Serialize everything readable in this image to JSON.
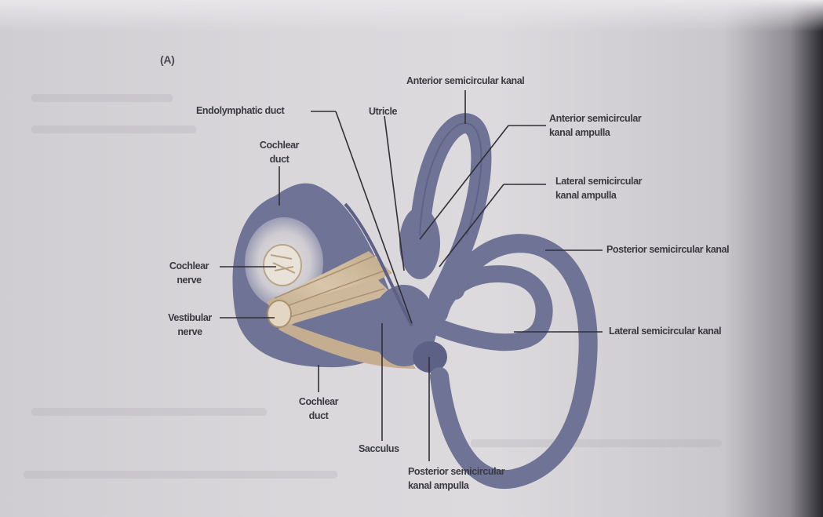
{
  "figure_letter": "(A)",
  "labels": {
    "endolymphatic_duct": "Endolymphatic duct",
    "utricle": "Utricle",
    "anterior_semicircular_kanal": "Anterior semicircular kanal",
    "anterior_ampulla_line1": "Anterior semicircular",
    "anterior_ampulla_line2": "kanal ampulla",
    "lateral_ampulla_line1": "Lateral semicircular",
    "lateral_ampulla_line2": "kanal ampulla",
    "posterior_semicircular_kanal": "Posterior semicircular kanal",
    "lateral_semicircular_kanal": "Lateral semicircular kanal",
    "cochlear_duct_top_line1": "Cochlear",
    "cochlear_duct_top_line2": "duct",
    "cochlear_nerve_line1": "Cochlear",
    "cochlear_nerve_line2": "nerve",
    "vestibular_nerve_line1": "Vestibular",
    "vestibular_nerve_line2": "nerve",
    "cochlear_duct_bottom_line1": "Cochlear",
    "cochlear_duct_bottom_line2": "duct",
    "sacculus": "Sacculus",
    "posterior_ampulla_line1": "Posterior semicircular",
    "posterior_ampulla_line2": "kanal ampulla"
  },
  "colors": {
    "labyrinth": "#6f7396",
    "labyrinth_dark": "#4f5378",
    "nerve": "#c9b497",
    "paper": "#d8d6d9",
    "label_text": "#3a3a40"
  }
}
